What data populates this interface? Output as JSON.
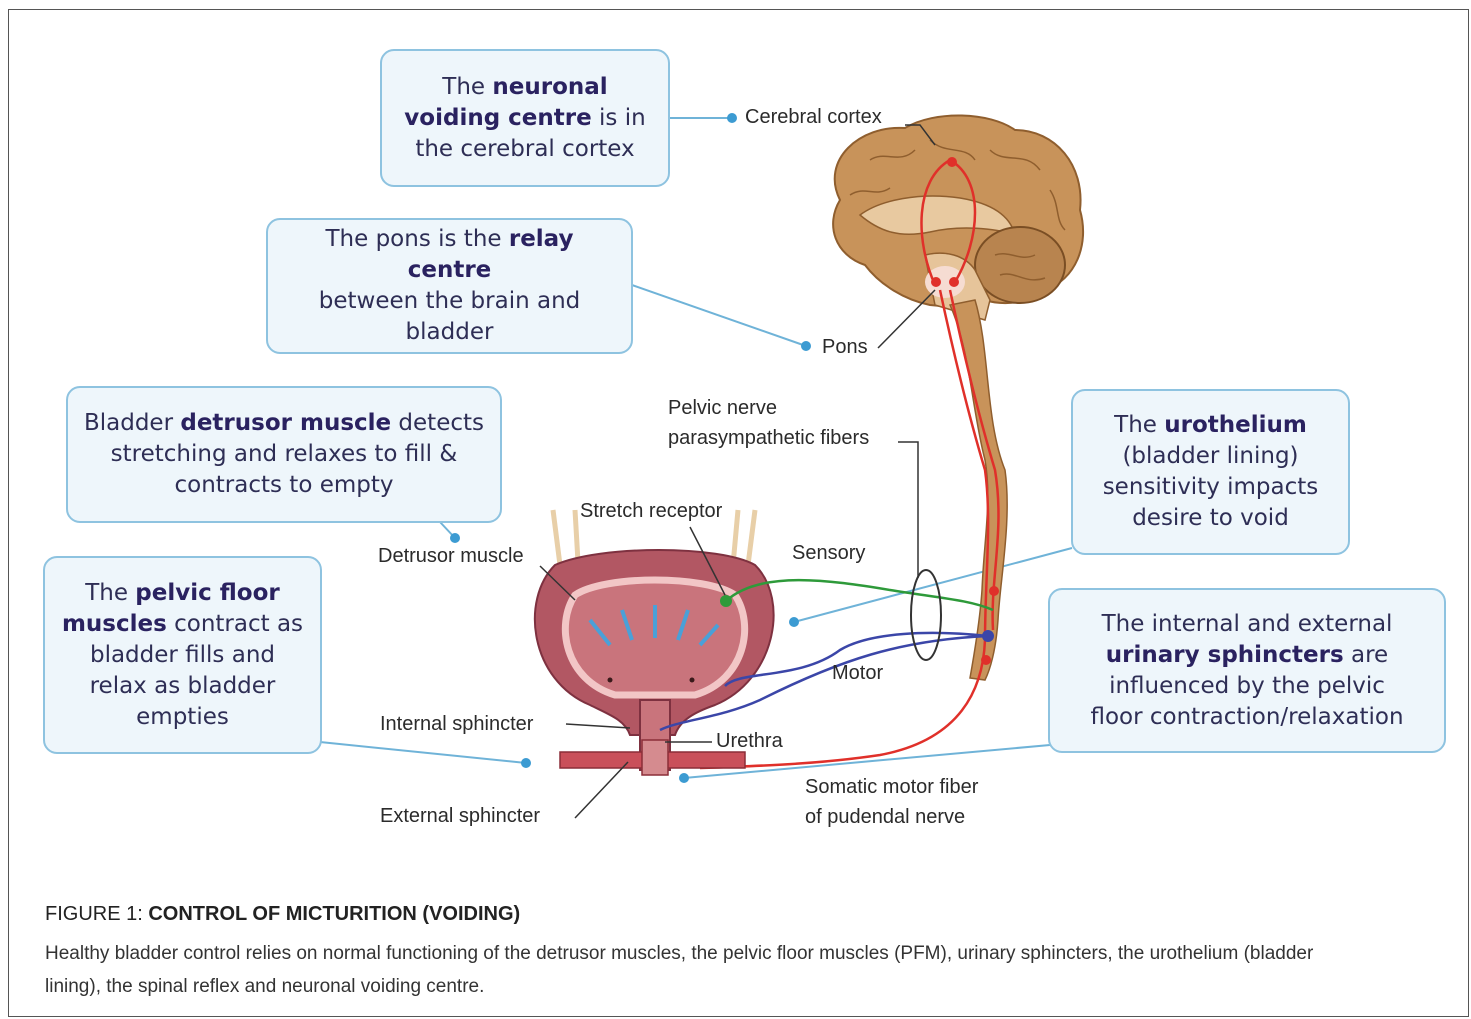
{
  "boxes": {
    "cortex": {
      "l1_pre": "The ",
      "l1_bold": "neuronal",
      "l2_bold": "voiding centre",
      "l2_post": " is in",
      "l3": "the cerebral cortex"
    },
    "pons": {
      "l1_pre": "The pons is the ",
      "l1_bold": "relay centre",
      "l2": "between the brain and",
      "l3": "bladder"
    },
    "detrusor": {
      "l1_pre": "Bladder ",
      "l1_bold": "detrusor muscle",
      "l1_post": " detects",
      "l2": "stretching and relaxes to fill &",
      "l3": "contracts to empty"
    },
    "pelvic": {
      "l1_pre": "The ",
      "l1_bold": "pelvic floor",
      "l2_bold": "muscles",
      "l2_post": " contract as",
      "l3": "bladder fills and",
      "l4": "relax as bladder",
      "l5": "empties"
    },
    "urothelium": {
      "l1_pre": "The ",
      "l1_bold": "urothelium",
      "l2": "(bladder lining)",
      "l3": "sensitivity impacts",
      "l4": "desire to void"
    },
    "sphincters": {
      "l1": "The internal and external",
      "l2_bold": "urinary sphincters",
      "l2_post": " are",
      "l3": "influenced by the pelvic",
      "l4": "floor contraction/relaxation"
    }
  },
  "labels": {
    "cerebral_cortex": "Cerebral cortex",
    "pons": "Pons",
    "pelvic_nerve_1": "Pelvic nerve",
    "pelvic_nerve_2": "parasympathetic fibers",
    "stretch_receptor": "Stretch receptor",
    "detrusor_muscle": "Detrusor muscle",
    "sensory": "Sensory",
    "motor": "Motor",
    "internal_sphincter": "Internal sphincter",
    "urethra": "Urethra",
    "external_sphincter": "External  sphincter",
    "somatic_1": "Somatic motor fiber",
    "somatic_2": "of pudendal nerve"
  },
  "caption": {
    "prefix": "FIGURE 1: ",
    "title": "CONTROL OF MICTURITION (VOIDING)",
    "body": "Healthy bladder control relies on normal functioning of the detrusor muscles, the pelvic floor muscles (PFM), urinary sphincters, the urothelium (bladder lining), the spinal reflex and neuronal voiding centre."
  },
  "colors": {
    "box_fill": "#eef6fb",
    "box_border": "#8ec3e0",
    "brain": "#c8935a",
    "bladder": "#b25763",
    "nerve_red": "#e0302a",
    "nerve_green": "#2e9a3a",
    "nerve_blue": "#3b46a8"
  }
}
